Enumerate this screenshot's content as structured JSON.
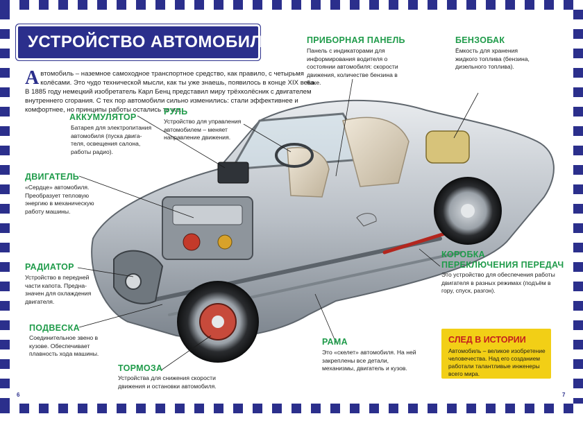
{
  "title": "УСТРОЙСТВО АВТОМОБИЛЯ",
  "intro": {
    "dropcap": "А",
    "text": "втомобиль – наземное самоходное транспортное средство, как правило, с четырьмя колёсами. Это чудо технической мысли, как ты уже знаешь, появилось в конце XIX века. В 1885 году немецкий изобретатель Карл Бенц представил миру трёхколёсник с двигателем внутреннего сгорания. С тех пор автомобили сильно изменились: стали эффективнее и комфортнее, но принципы работы остались те же."
  },
  "parts": {
    "accumulator": {
      "label": "АККУМУЛЯТОР",
      "desc": "Батарея для электропитания автомобиля (пуска двига-теля, освещения салона, работы радио)."
    },
    "steering": {
      "label": "РУЛЬ",
      "desc": "Устройство для управления автомобилем – меняет направление движения."
    },
    "dashboard": {
      "label": "ПРИБОРНАЯ ПАНЕЛЬ",
      "desc": "Панель с индикаторами для информирования водителя о состоянии автомобиля: скорости движения, количестве бензина в баке."
    },
    "fuel_tank": {
      "label": "БЕНЗОБАК",
      "desc": "Ёмкость для хранения жидкого топлива (бензина, дизельного топлива)."
    },
    "engine": {
      "label": "ДВИГАТЕЛЬ",
      "desc": "«Сердце» автомобиля. Преобразует тепловую энергию в механическую работу машины."
    },
    "radiator": {
      "label": "РАДИАТОР",
      "desc": "Устройство в передней части капота. Предна-значен для охлаждения двигателя."
    },
    "suspension": {
      "label": "ПОДВЕСКА",
      "desc": "Соединительное звено в кузове. Обеспечивает плавность хода машины."
    },
    "brakes": {
      "label": "ТОРМОЗА",
      "desc": "Устройства для снижения скорости движения и остановки автомобиля."
    },
    "frame": {
      "label": "РАМА",
      "desc": "Это «скелет» автомобиля. На ней закреплены все детали, механизмы, двигатель и кузов."
    },
    "gearbox": {
      "label1": "КОРОБКА",
      "label2": "ПЕРЕКЛЮЧЕНИЯ ПЕРЕДАЧ",
      "desc": "Это устройство для обеспечения работы двигателя в разных режимах (подъём в гору, спуск, разгон)."
    }
  },
  "history": {
    "title": "СЛЕД В ИСТОРИИ",
    "text": "Автомобиль – великое изобретение человечества. Над его созданием работали талантливые инженеры всего мира."
  },
  "page_numbers": {
    "left": "6",
    "right": "7"
  },
  "colors": {
    "border": "#2b2f8c",
    "label": "#1f9b4a",
    "history_bg": "#f2cf16",
    "history_title": "#c41e1e"
  }
}
